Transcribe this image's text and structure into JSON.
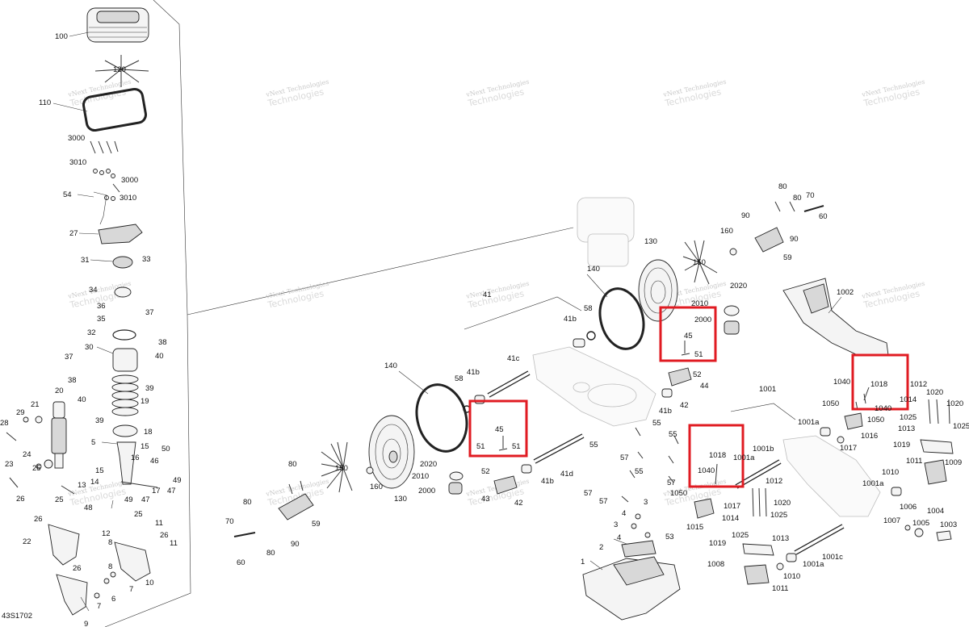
{
  "diagram": {
    "code": "43S1702",
    "watermark_line1": "vNext Technologies",
    "watermark_line2": "Technologies"
  },
  "labels": {
    "l100": "100",
    "l120": "120",
    "l110": "110",
    "l3000a": "3000",
    "l3010a": "3010",
    "l3000b": "3000",
    "l3010b": "3010",
    "l54": "54",
    "l27": "27",
    "l31": "31",
    "l33": "33",
    "l34": "34",
    "l36": "36",
    "l35": "35",
    "l37a": "37",
    "l32": "32",
    "l38a": "38",
    "l30": "30",
    "l40a": "40",
    "l37b": "37",
    "l39a": "39",
    "l38b": "38",
    "l40b": "40",
    "l19": "19",
    "l39b": "39",
    "l18": "18",
    "l20": "20",
    "l21": "21",
    "l29": "29",
    "l28": "28",
    "l24": "24",
    "l23": "23",
    "l25a": "25",
    "l5": "5",
    "l15a": "15",
    "l16": "16",
    "l50": "50",
    "l46": "46",
    "l49a": "49",
    "l15b": "15",
    "l14": "14",
    "l13": "13",
    "l17": "17",
    "l47a": "47",
    "l26a": "26",
    "l25b": "25",
    "l48": "48",
    "l49b": "49",
    "l47b": "47",
    "l26b": "26",
    "l12": "12",
    "l11a": "11",
    "l26c": "26",
    "l22": "22",
    "l11b": "11",
    "l26d": "26",
    "l8a": "8",
    "l8b": "8",
    "l10": "10",
    "l7": "7",
    "l6": "6",
    "l9": "9",
    "l41a": "41",
    "l41b1": "41b",
    "l58a": "58",
    "l41c": "41c",
    "l140a": "140",
    "l41b2": "41b",
    "l58b": "58",
    "l45a": "45",
    "l51a": "51",
    "l51b": "51",
    "l52a": "52",
    "l2020a": "2020",
    "l2010a": "2010",
    "l2000a": "2000",
    "l43": "43",
    "l42a": "42",
    "l150a": "150",
    "l160a": "160",
    "l130a": "130",
    "l80a": "80",
    "l80b": "80",
    "l70a": "70",
    "l60a": "60",
    "l59a": "59",
    "l90a": "90",
    "l41d": "41d",
    "l55a": "55",
    "l57a": "57",
    "l55b": "55",
    "l57b": "57",
    "l41b3": "41b",
    "l140b": "140",
    "l130b": "130",
    "l150b": "150",
    "l2020b": "2020",
    "l2010b": "2010",
    "l2000b": "2000",
    "l45b": "45",
    "l51c": "51",
    "l52b": "52",
    "l44": "44",
    "l42b": "42",
    "l41b4": "41b",
    "l55c": "55",
    "l55d": "55",
    "l57c": "57",
    "l57d": "57",
    "l1018a": "1018",
    "l1040a": "1040",
    "l1001a1": "1001a",
    "l1050a": "1050",
    "l1001b": "1001b",
    "l1017a": "1017",
    "l1015": "1015",
    "l3a": "3",
    "l3b": "3",
    "l4a": "4",
    "l4b": "4",
    "l53": "53",
    "l2": "2",
    "l1": "1",
    "l80c": "80",
    "l80d": "80",
    "l70b": "70",
    "l90b": "90",
    "l90c": "90",
    "l60b": "60",
    "l160b": "160",
    "l59b": "59",
    "l1002": "1002",
    "l1040b": "1040",
    "l1018b": "1018",
    "l1050b": "1050",
    "l1001": "1001",
    "l1001a2": "1001a",
    "l1017b": "1017",
    "l1016": "1016",
    "l1012a": "1012",
    "l1014a": "1014",
    "l1020a": "1020",
    "l1020b": "1020",
    "l1025a": "1025",
    "l1013a": "1013",
    "l1025b": "1025",
    "l1019a": "1019",
    "l1011": "1011",
    "l1009": "1009",
    "l1010a": "1010",
    "l1001a3": "1001a",
    "l1006": "1006",
    "l1004": "1004",
    "l1007": "1007",
    "l1005": "1005",
    "l1003": "1003",
    "l1012b": "1012",
    "l1020c": "1020",
    "l1014b": "1014",
    "l1025c": "1025",
    "l1013b": "1013",
    "l1019b": "1019",
    "l1008": "1008",
    "l1010b": "1010",
    "l1011b": "1011",
    "l1001a4": "1001a",
    "l1001c": "1001c"
  },
  "highlights": [
    "group-45-51-left",
    "group-45-51-right",
    "group-1018-1040-center",
    "group-1018-1040-right"
  ]
}
